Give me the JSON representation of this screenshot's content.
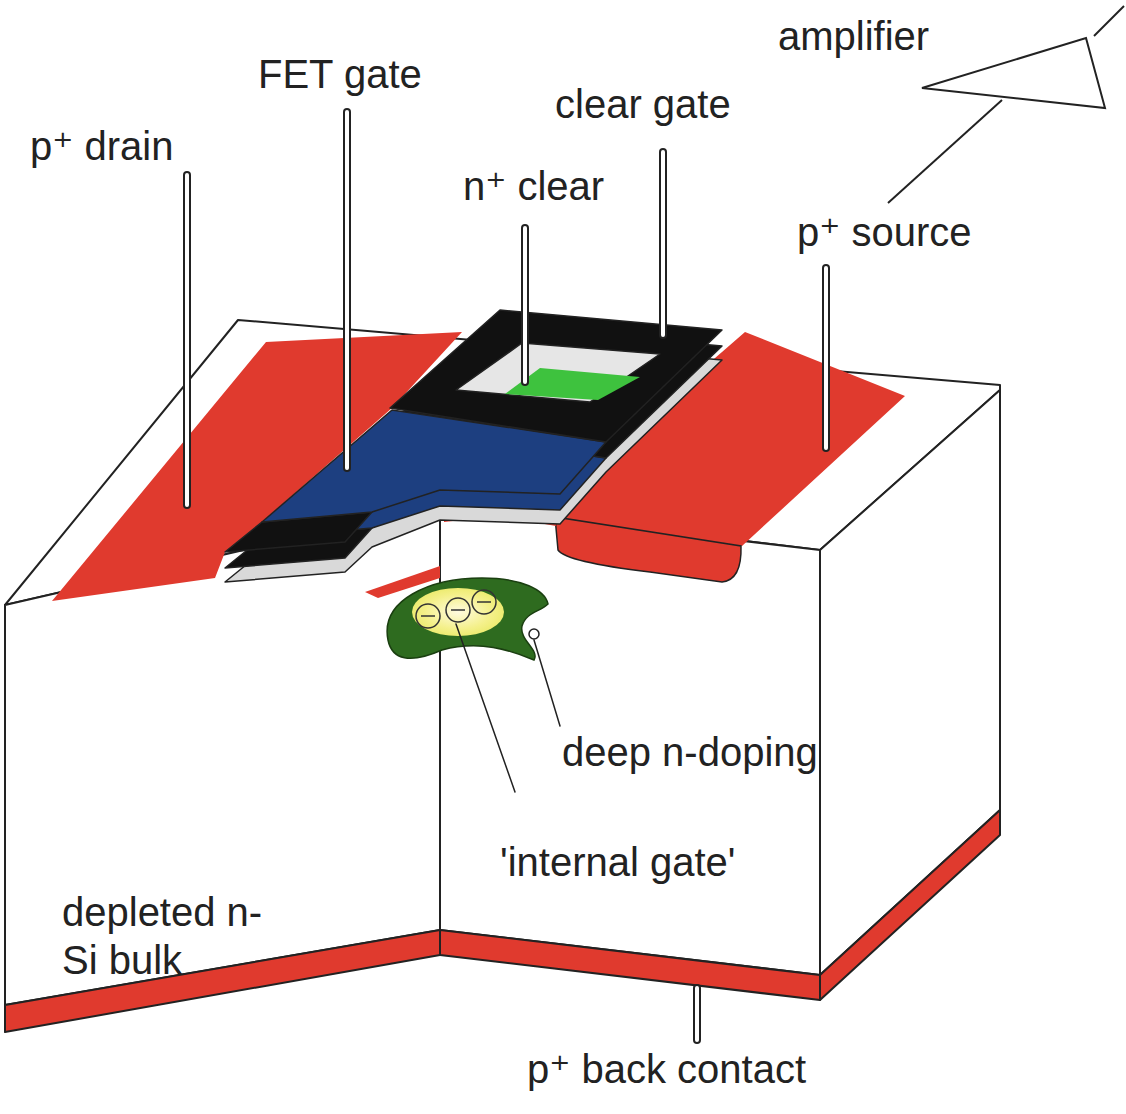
{
  "diagram": {
    "labels": [
      "amplifier",
      "FET gate",
      "clear gate",
      "p⁺ drain",
      "n⁺ clear",
      "p⁺ source",
      "deep n-doping",
      "'internal gate'",
      "depleted n-Si bulk",
      "p⁺ back contact"
    ]
  }
}
